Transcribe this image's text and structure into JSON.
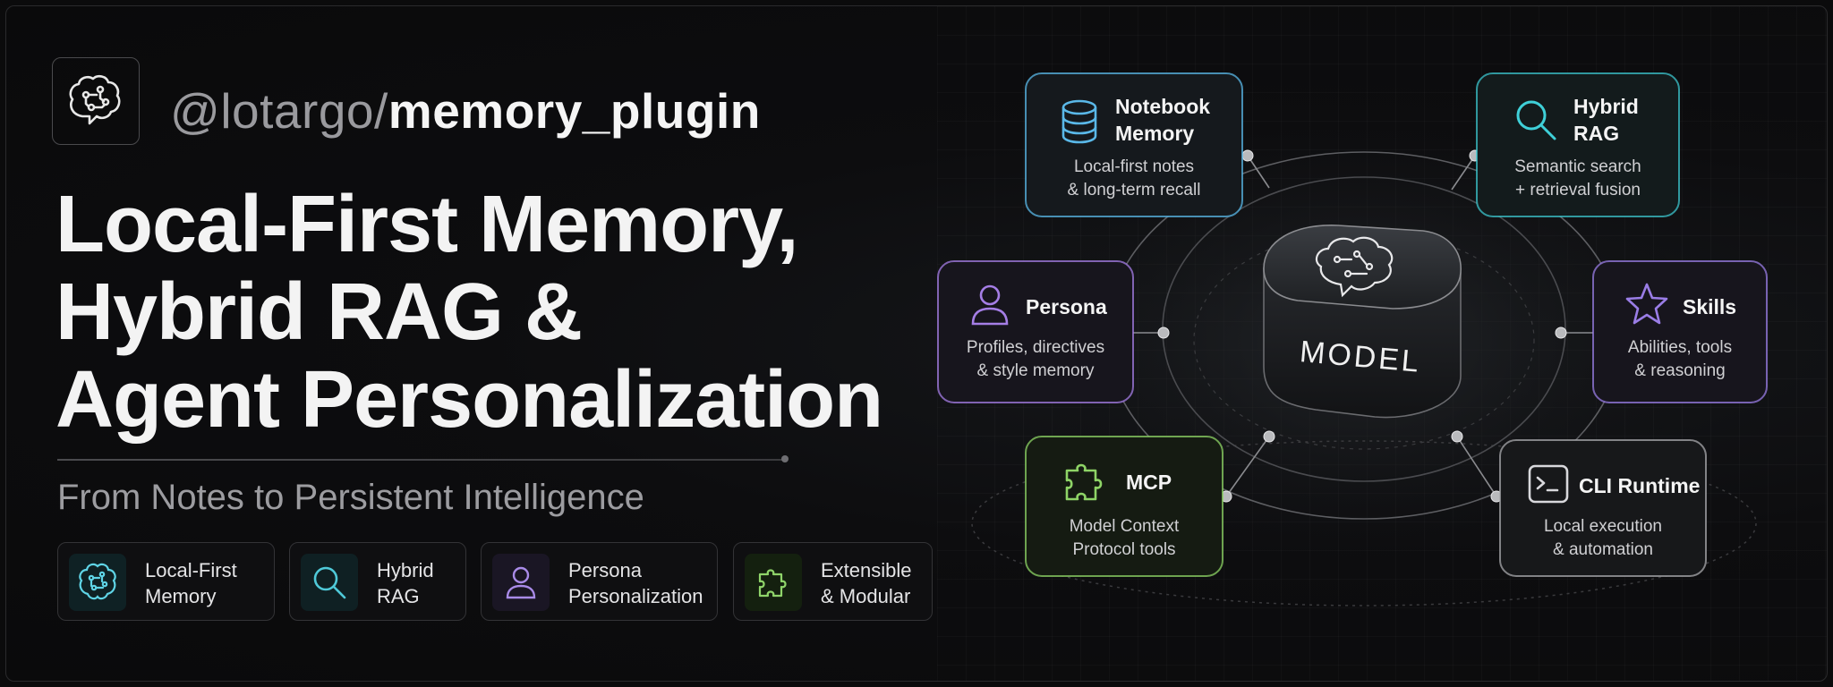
{
  "handle": {
    "scope": "@lotargo/",
    "name": "memory_plugin"
  },
  "headline": [
    "Local-First Memory,",
    "Hybrid RAG &",
    "Agent Personalization"
  ],
  "subtitle": "From Notes to Persistent Intelligence",
  "chips": [
    {
      "label": "Local-First\nMemory",
      "icon": "brain-icon",
      "color": "#5fd4e6"
    },
    {
      "label": "Hybrid\nRAG",
      "icon": "search-icon",
      "color": "#4fc9d8"
    },
    {
      "label": "Persona\nPersonalization",
      "icon": "person-icon",
      "color": "#a98be8"
    },
    {
      "label": "Extensible\n& Modular",
      "icon": "puzzle-icon",
      "color": "#8fd46a"
    }
  ],
  "model": {
    "label": "MODEL",
    "icon": "brain-icon"
  },
  "cards": [
    {
      "id": "notebook",
      "title": "Notebook\nMemory",
      "desc": "Local-first notes\n& long-term recall",
      "icon": "database-icon",
      "color": "#5ab8e8"
    },
    {
      "id": "rag",
      "title": "Hybrid\nRAG",
      "desc": "Semantic search\n+ retrieval fusion",
      "icon": "search-icon",
      "color": "#3fd0d8"
    },
    {
      "id": "persona",
      "title": "Persona",
      "desc": "Profiles, directives\n& style memory",
      "icon": "person-icon",
      "color": "#a57ee6"
    },
    {
      "id": "skills",
      "title": "Skills",
      "desc": "Abilities, tools\n& reasoning",
      "icon": "star-icon",
      "color": "#9a7de6"
    },
    {
      "id": "mcp",
      "title": "MCP",
      "desc": "Model Context\nProtocol tools",
      "icon": "puzzle-icon",
      "color": "#8ed466"
    },
    {
      "id": "cli",
      "title": "CLI Runtime",
      "desc": "Local execution\n& automation",
      "icon": "terminal-icon",
      "color": "#c8c8cc"
    }
  ]
}
